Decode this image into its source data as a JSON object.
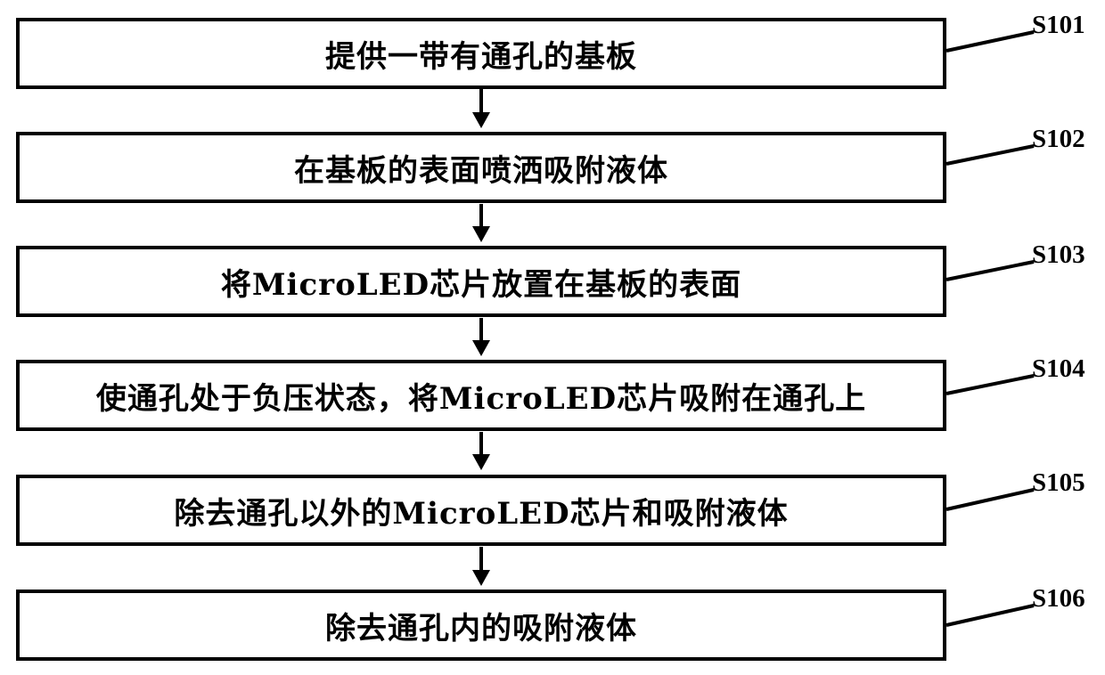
{
  "steps": [
    {
      "id": "S101",
      "text": "提供一带有通孔的基板"
    },
    {
      "id": "S102",
      "text": "在基板的表面喷洒吸附液体"
    },
    {
      "id": "S103",
      "text": "将MicroLED芯片放置在基板的表面"
    },
    {
      "id": "S104",
      "text": "使通孔处于负压状态，将MicroLED芯片吸附在通孔上"
    },
    {
      "id": "S105",
      "text": "除去通孔以外的MicroLED芯片和吸附液体"
    },
    {
      "id": "S106",
      "text": "除去通孔内的吸附液体"
    }
  ],
  "colors": {
    "stroke": "#000000",
    "background": "#ffffff"
  }
}
